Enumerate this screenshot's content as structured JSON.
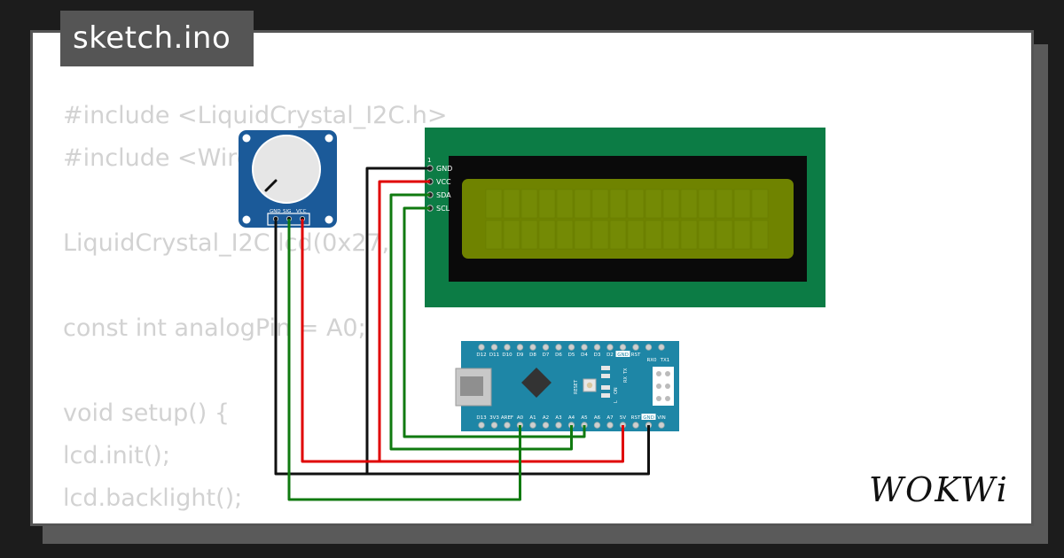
{
  "title": "sketch.ino",
  "code_lines": [
    "#include <LiquidCrystal_I2C.h>",
    "#include <Wire.h>",
    "",
    "LiquidCrystal_I2C lcd(0x27,",
    "",
    "const int analogPin = A0;",
    "",
    "void setup() {",
    "lcd.init();",
    "lcd.backlight();",
    "}"
  ],
  "lcd": {
    "pin_number": "1",
    "pins": [
      "GND",
      "VCC",
      "SDA",
      "SCL"
    ]
  },
  "potentiometer": {
    "pins": [
      "GND",
      "SIG",
      "VCC"
    ]
  },
  "nano": {
    "top_pins": [
      "D12",
      "D11",
      "D10",
      "D9",
      "D8",
      "D7",
      "D6",
      "D5",
      "D4",
      "D3",
      "D2",
      "GND",
      "RST",
      "RX0",
      "TX1"
    ],
    "bottom_pins": [
      "D13",
      "3V3",
      "AREF",
      "A0",
      "A1",
      "A2",
      "A3",
      "A4",
      "A5",
      "A6",
      "A7",
      "5V",
      "RST",
      "GND",
      "VIN"
    ],
    "board_labels": {
      "reset": "RESET",
      "led_on": "ON",
      "led_l": "L",
      "tx": "TX",
      "rx": "RX"
    }
  },
  "colors": {
    "lcd_board": "#0c7c45",
    "lcd_screen": "#6f8300",
    "nano_board": "#1e86a6",
    "pot_board": "#1b5a99",
    "wire_black": "#111111",
    "wire_red": "#e00000",
    "wire_green": "#107a10"
  },
  "logo": "WOKWi"
}
